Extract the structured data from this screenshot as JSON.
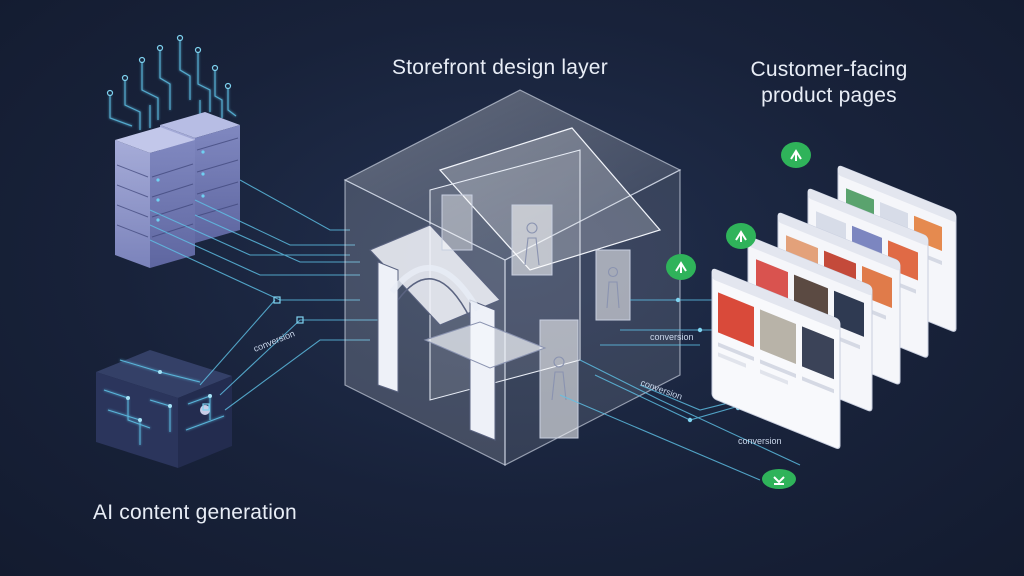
{
  "labels": {
    "storefront": "Storefront design layer",
    "customer_line1": "Customer-facing",
    "customer_line2": "product pages",
    "ai": "AI content generation"
  },
  "flow_labels": [
    "conversion",
    "conversion",
    "conversion",
    "conversion"
  ],
  "icons": [
    "up-arrow-badge-icon",
    "up-arrow-badge-icon",
    "up-arrow-badge-icon",
    "down-arrow-badge-icon",
    "server-rack-icon",
    "storefront-building-icon"
  ],
  "colors": {
    "background": "#18223a",
    "circuit": "#5fc3e8",
    "badge": "#2fb35a",
    "server": "#8f97c9"
  }
}
